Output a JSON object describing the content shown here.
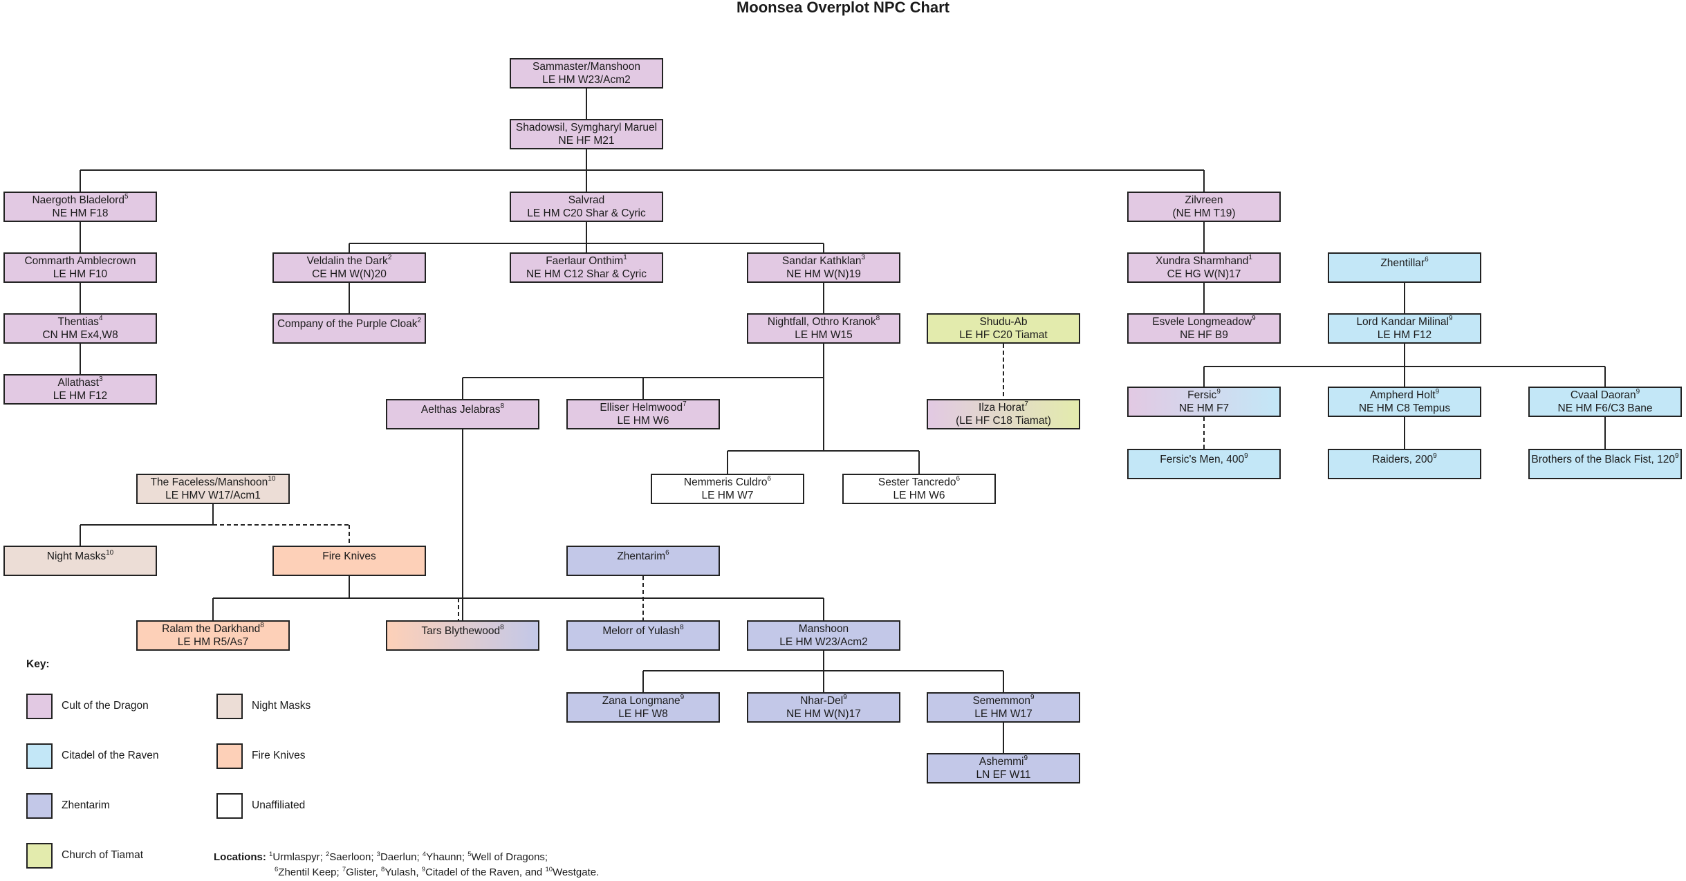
{
  "title": "Moonsea Overplot NPC Chart",
  "colors": {
    "cult": "#e2c9e3",
    "citadel": "#c3e7f7",
    "zhentarim": "#c3c8e8",
    "tiamat": "#e3ebad",
    "nightmasks": "#ecddd6",
    "fireknives": "#fdd0b8",
    "none": "#ffffff"
  },
  "nodes": [
    {
      "name": "Sammaster/Manshoon",
      "stats": "LE HM W23/Acm2",
      "faction": "cult"
    },
    {
      "name": "Shadowsil, Symgharyl Maruel",
      "stats": "NE HF M21",
      "faction": "cult"
    },
    {
      "name": "Naergoth Bladelord",
      "sup": "5",
      "stats": "NE HM F18",
      "faction": "cult"
    },
    {
      "name": "Salvrad",
      "stats": "LE HM C20 Shar & Cyric",
      "faction": "cult"
    },
    {
      "name": "Zilvreen",
      "stats": "(NE HM T19)",
      "faction": "cult"
    },
    {
      "name": "Commarth Amblecrown",
      "stats": "LE HM F10",
      "faction": "cult"
    },
    {
      "name": "Veldalin the Dark",
      "sup": "2",
      "stats": "CE HM W(N)20",
      "faction": "cult"
    },
    {
      "name": "Faerlaur Onthim",
      "sup": "1",
      "stats": "NE HM C12 Shar & Cyric",
      "faction": "cult"
    },
    {
      "name": "Sandar Kathklan",
      "sup": "3",
      "stats": "NE HM W(N)19",
      "faction": "cult"
    },
    {
      "name": "Xundra Sharmhand",
      "sup": "1",
      "stats": "CE HG W(N)17",
      "faction": "cult"
    },
    {
      "name": "Zhentillar",
      "sup": "6",
      "stats": "",
      "faction": "citadel"
    },
    {
      "name": "Thentias",
      "sup": "4",
      "stats": "CN HM Ex4,W8",
      "faction": "cult"
    },
    {
      "name": "Company of the Purple Cloak",
      "sup": "2",
      "stats": "",
      "faction": "cult"
    },
    {
      "name": "Nightfall, Othro Kranok",
      "sup": "8",
      "stats": "LE HM W15",
      "faction": "cult"
    },
    {
      "name": "Shudu-Ab",
      "stats": "LE HF C20 Tiamat",
      "faction": "tiamat"
    },
    {
      "name": "Esvele Longmeadow",
      "sup": "9",
      "stats": "NE HF B9",
      "faction": "cult"
    },
    {
      "name": "Lord Kandar Milinal",
      "sup": "9",
      "stats": "LE HM F12",
      "faction": "citadel"
    },
    {
      "name": "Allathast",
      "sup": "3",
      "stats": "LE HM F12",
      "faction": "cult"
    },
    {
      "name": "Aelthas Jelabras",
      "sup": "8",
      "stats": "",
      "faction": "cult"
    },
    {
      "name": "Elliser Helmwood",
      "sup": "7",
      "stats": "LE HM W6",
      "faction": "cult"
    },
    {
      "name": "Ilza Horat",
      "sup": "7",
      "stats": "(LE HF C18 Tiamat)",
      "faction": "cult-tiamat"
    },
    {
      "name": "Fersic",
      "sup": "9",
      "stats": "NE HM F7",
      "faction": "cult-citadel"
    },
    {
      "name": "Ampherd Holt",
      "sup": "9",
      "stats": "NE HM C8 Tempus",
      "faction": "citadel"
    },
    {
      "name": "Cvaal Daoran",
      "sup": "9",
      "stats": "NE HM F6/C3 Bane",
      "faction": "citadel"
    },
    {
      "name": "The Faceless/Manshoon",
      "sup": "10",
      "stats": "LE HMV W17/Acm1",
      "faction": "nightmasks"
    },
    {
      "name": "Nemmeris Culdro",
      "sup": "6",
      "stats": "LE HM W7",
      "faction": "none"
    },
    {
      "name": "Sester Tancredo",
      "sup": "6",
      "stats": "LE HM W6",
      "faction": "none"
    },
    {
      "name": "Fersic's Men, 400",
      "sup": "9",
      "stats": "",
      "faction": "citadel"
    },
    {
      "name": "Raiders, 200",
      "sup": "9",
      "stats": "",
      "faction": "citadel"
    },
    {
      "name": "Brothers of the Black Fist, 120",
      "sup": "9",
      "stats": "",
      "faction": "citadel"
    },
    {
      "name": "Night Masks",
      "sup": "10",
      "stats": "",
      "faction": "nightmasks"
    },
    {
      "name": "Fire Knives",
      "stats": "",
      "faction": "fireknives"
    },
    {
      "name": "Zhentarim",
      "sup": "6",
      "stats": "",
      "faction": "zhentarim"
    },
    {
      "name": "Ralam the Darkhand",
      "sup": "8",
      "stats": "LE HM R5/As7",
      "faction": "fireknives"
    },
    {
      "name": "Tars Blythewood",
      "sup": "8",
      "stats": "",
      "faction": "fireknives-zhentarim"
    },
    {
      "name": "Melorr of Yulash",
      "sup": "8",
      "stats": "",
      "faction": "zhentarim"
    },
    {
      "name": "Manshoon",
      "stats": "LE HM W23/Acm2",
      "faction": "zhentarim"
    },
    {
      "name": "Zana Longmane",
      "sup": "9",
      "stats": "LE HF W8",
      "faction": "zhentarim"
    },
    {
      "name": "Nhar-Del",
      "sup": "9",
      "stats": "NE HM W(N)17",
      "faction": "zhentarim"
    },
    {
      "name": "Sememmon",
      "sup": "9",
      "stats": "LE HM W17",
      "faction": "zhentarim"
    },
    {
      "name": "Ashemmi",
      "sup": "9",
      "stats": "LN EF W11",
      "faction": "zhentarim"
    }
  ],
  "key": {
    "title": "Key:",
    "items": [
      {
        "label": "Cult of the Dragon",
        "faction": "cult"
      },
      {
        "label": "Night Masks",
        "faction": "nightmasks"
      },
      {
        "label": "Citadel of the Raven",
        "faction": "citadel"
      },
      {
        "label": "Fire Knives",
        "faction": "fireknives"
      },
      {
        "label": "Zhentarim",
        "faction": "zhentarim"
      },
      {
        "label": "Unaffiliated",
        "faction": "none"
      },
      {
        "label": "Church of Tiamat",
        "faction": "tiamat"
      }
    ]
  },
  "locations": {
    "label": "Locations:",
    "line1": [
      {
        "sup": "1",
        "text": "Urmlaspyr; "
      },
      {
        "sup": "2",
        "text": "Saerloon; "
      },
      {
        "sup": "3",
        "text": "Daerlun; "
      },
      {
        "sup": "4",
        "text": "Yhaunn; "
      },
      {
        "sup": "5",
        "text": "Well of Dragons;"
      }
    ],
    "line2": [
      {
        "sup": "6",
        "text": "Zhentil Keep; "
      },
      {
        "sup": "7",
        "text": "Glister, "
      },
      {
        "sup": "8",
        "text": "Yulash, "
      },
      {
        "sup": "9",
        "text": "Citadel of the Raven, and "
      },
      {
        "sup": "10",
        "text": "Westgate."
      }
    ]
  }
}
